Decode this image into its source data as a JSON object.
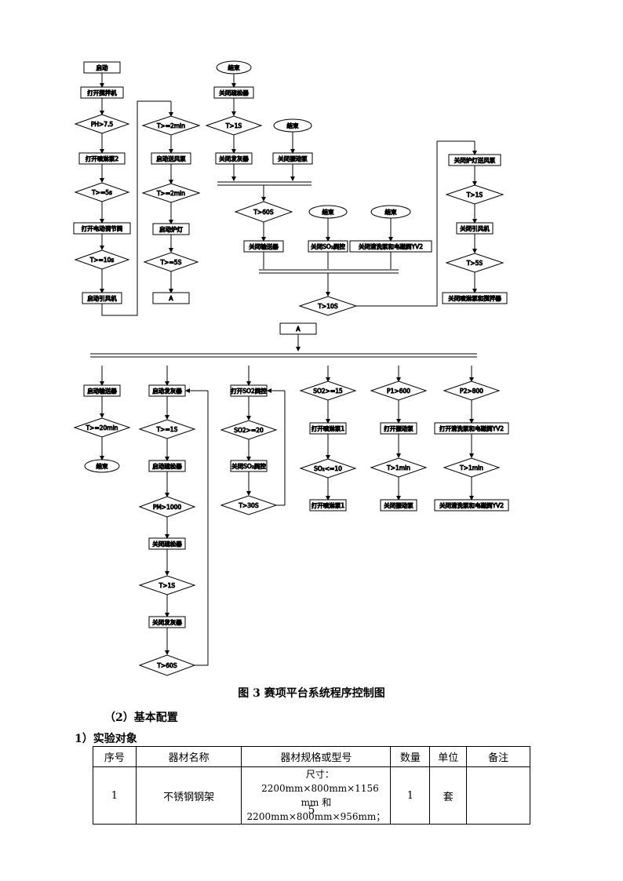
{
  "flowchart": {
    "boxes": {
      "b1": "启动",
      "b2": "打开搅拌机",
      "b3": "打开喷淋泵2",
      "b4": "打开电动调节阀",
      "b5": "启动引风机",
      "b6": "启动送风泵",
      "b7": "启动炉灯",
      "b8": "A",
      "b9": "关闭疏松器",
      "b10": "关闭发灰器",
      "b11": "关闭振动泵",
      "b12": "关闭输送器",
      "b13": "关闭SO₂阀控",
      "b14": "关闭清洗泵和电磁阀YV2",
      "b15": "关闭炉灯送风泵",
      "b16": "关闭引风机",
      "b17": "关闭喷淋泵和搅拌器",
      "b18": "A",
      "b19": "启动输送器",
      "b20": "启动发灰器",
      "b21": "启动疏松器",
      "b22": "关闭疏松器",
      "b23": "关闭发灰器",
      "b24": "打开SO2阀控",
      "b25": "关闭SO₂阀控",
      "b26": "打开喷淋泵1",
      "b27": "打开喷淋泵1",
      "b28": "打开振动泵",
      "b29": "关闭振动泵",
      "b30": "打开清洗泵和电磁阀YV2",
      "b31": "关闭清洗泵和电磁阀YV2"
    },
    "diamonds": {
      "d1": "PH>7.5",
      "d2": "T>=5s",
      "d3": "T>=10s",
      "d4": "T>=2min",
      "d5": "T>=2min",
      "d6": "T>=5S",
      "d7": "T>1S",
      "d8": "T>60S",
      "d9": "T>1S",
      "d10": "T>5S",
      "d11": "T>10S",
      "d12": "T>=20min",
      "d13": "T>=1S",
      "d14": "PM>1000",
      "d15": "T>1S",
      "d16": "T>60S",
      "d17": "SO2>=20",
      "d18": "T>30S",
      "d19": "SO2>=15",
      "d20": "SO₂<=10",
      "d21": "P1>600",
      "d22": "T>1min",
      "d23": "P2>800",
      "d24": "T>1min"
    },
    "terminals": {
      "t1": "结束",
      "t2": "结束",
      "t3": "结束",
      "t4": "结束",
      "t5": "结束"
    }
  },
  "caption": "图 3  赛项平台系统程序控制图",
  "section_title": "（2）基本配置",
  "subsection_title": "1）实验对象",
  "table": {
    "headers": [
      "序号",
      "器材名称",
      "器材规格或型号",
      "数量",
      "单位",
      "备注"
    ],
    "rows": [
      {
        "no": "1",
        "name": "不锈钢钢架",
        "spec_line1": "尺寸：2200mm×800mm×1156",
        "spec_line2": "mm 和 2200mm×800mm×956mm；",
        "qty": "1",
        "unit": "套",
        "note": ""
      }
    ]
  },
  "page_number": "5"
}
